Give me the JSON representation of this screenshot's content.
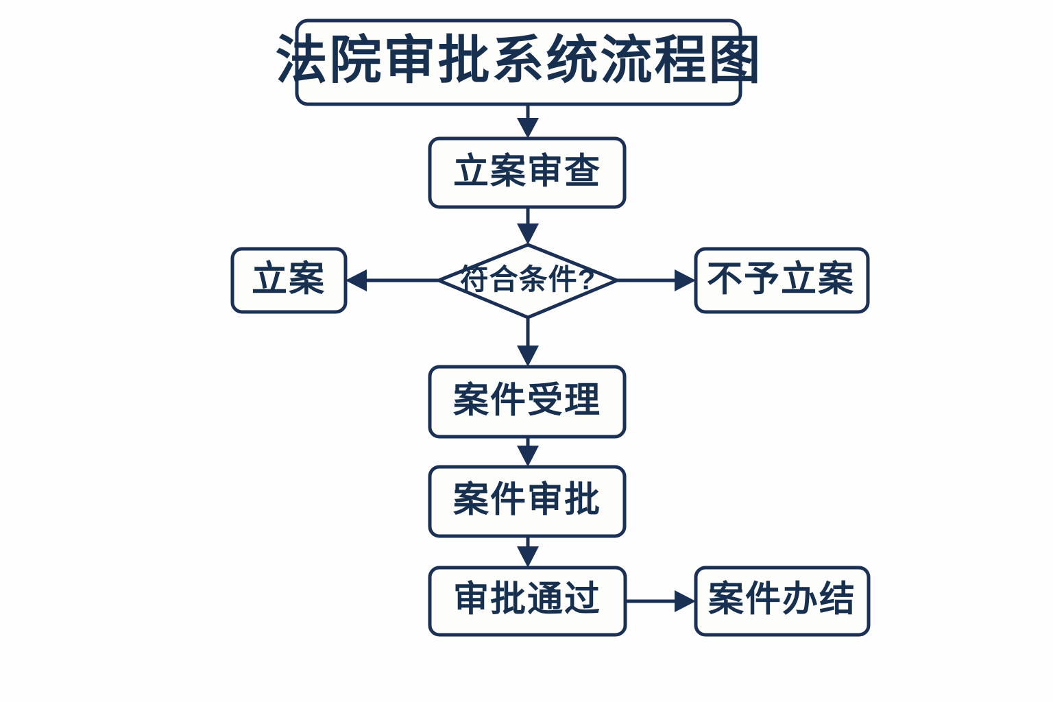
{
  "diagram": {
    "title": "法院审批系统流程图",
    "type": "flowchart",
    "orientation": "top-to-bottom",
    "colors": {
      "background": "#fefefe",
      "node_fill": "#fdfdfc",
      "node_stroke": "#1b3055",
      "text": "#17304f",
      "edge": "#1b3055"
    }
  },
  "nodes": {
    "title": {
      "label": "法院审批系统流程图",
      "shape": "rounded-rectangle"
    },
    "case_filing_review": {
      "label": "立案审查",
      "shape": "rounded-rectangle"
    },
    "meets_conditions": {
      "label": "符合条件?",
      "shape": "diamond"
    },
    "file_case": {
      "label": "立案",
      "shape": "rounded-rectangle"
    },
    "reject_filing": {
      "label": "不予立案",
      "shape": "rounded-rectangle"
    },
    "case_acceptance": {
      "label": "案件受理",
      "shape": "rounded-rectangle"
    },
    "case_approval": {
      "label": "案件审批",
      "shape": "rounded-rectangle"
    },
    "approval_passed": {
      "label": "审批通过",
      "shape": "rounded-rectangle"
    },
    "case_closed": {
      "label": "案件办结",
      "shape": "rounded-rectangle"
    }
  },
  "edges": [
    {
      "from": "title",
      "to": "case_filing_review",
      "direction": "down",
      "label": ""
    },
    {
      "from": "case_filing_review",
      "to": "meets_conditions",
      "direction": "down",
      "label": ""
    },
    {
      "from": "meets_conditions",
      "to": "file_case",
      "direction": "left",
      "label": ""
    },
    {
      "from": "meets_conditions",
      "to": "reject_filing",
      "direction": "right",
      "label": ""
    },
    {
      "from": "meets_conditions",
      "to": "case_acceptance",
      "direction": "down",
      "label": ""
    },
    {
      "from": "case_acceptance",
      "to": "case_approval",
      "direction": "down",
      "label": ""
    },
    {
      "from": "case_approval",
      "to": "approval_passed",
      "direction": "down",
      "label": ""
    },
    {
      "from": "approval_passed",
      "to": "case_closed",
      "direction": "right",
      "label": ""
    }
  ]
}
